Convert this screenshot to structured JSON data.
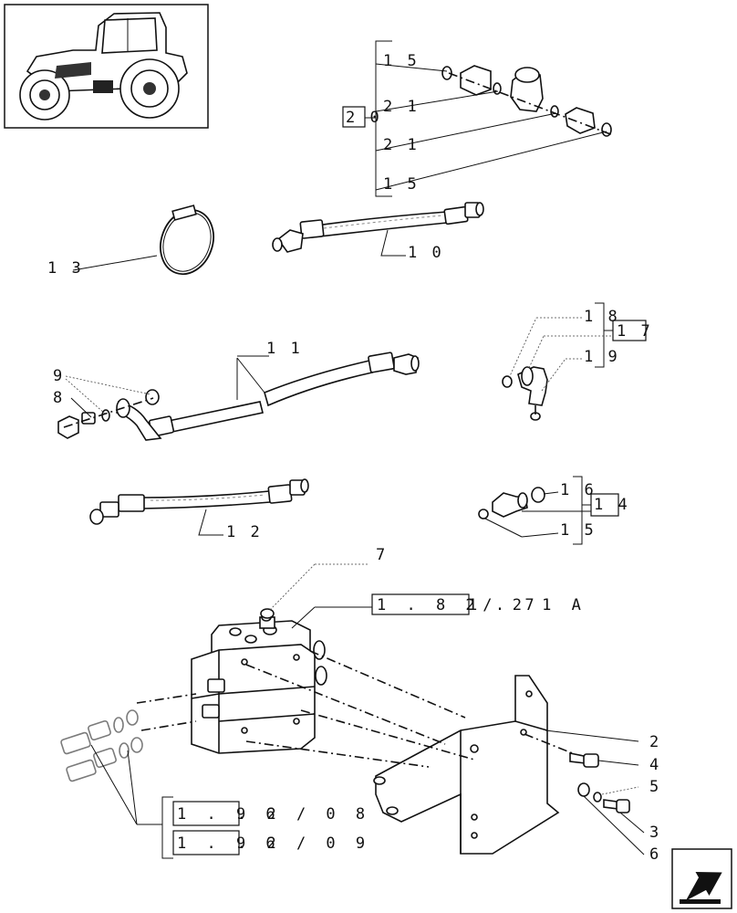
{
  "callouts": {
    "c15a": "1 5",
    "c21a": "2 1",
    "c20": "2 0",
    "c21b": "2 1",
    "c15b": "1 5",
    "c13": "1 3",
    "c10": "1 0",
    "c11": "1 1",
    "c9": "9",
    "c8": "8",
    "c18": "1 8",
    "c17": "1 7",
    "c19": "1 9",
    "c16": "1 6",
    "c14": "1 4",
    "c15c": "1 5",
    "c12": "1 2",
    "c7": "7",
    "c2": "2",
    "c4": "4",
    "c5": "5",
    "c3": "3",
    "c6": "6"
  },
  "references": {
    "ref1_a": "1 . 8 2 . 7",
    "ref1_b": "1/ 2 1 A",
    "ref2_a": "1 . 9 6",
    "ref2_b": ". 2 / 0 8",
    "ref3_a": "1 . 9 6",
    "ref3_b": ". 2 / 0 9"
  },
  "icons": {
    "thumbnail": "tractor-thumbnail-icon",
    "nav": "next-page-arrow-icon"
  }
}
